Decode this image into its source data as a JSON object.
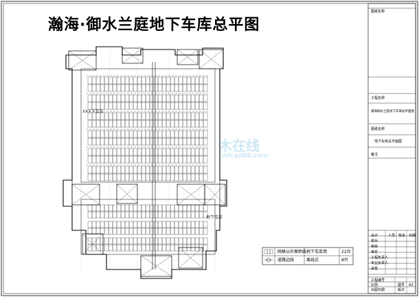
{
  "title": "瀚海·御水兰庭地下车库总平图",
  "plan": {
    "annotation_left": "XXX下车库",
    "annotation_mid": "地下车库"
  },
  "legend": {
    "rows": [
      {
        "symbol": "network-symbol",
        "label": "网格以外面积线",
        "desc": "地下车库用",
        "value": "22台"
      },
      {
        "symbol": "line-symbol",
        "label": "道路边线",
        "desc": "离线式",
        "value": "8只"
      }
    ]
  },
  "title_block": {
    "f1": "图纸名称",
    "f2": "工程名称",
    "project_name": "瀚海御水兰庭地下车库总平面图",
    "f3": "图纸名称",
    "drawing_name": "地下车库总平面图",
    "f4": "备注",
    "sign_rows": [
      "设计",
      "校对",
      "审核",
      "审定",
      "工程负责人",
      "专业负责人",
      "会签"
    ],
    "sign_cols": [
      "人员",
      "签名",
      "日期"
    ],
    "bottom_labels": [
      "工程编号",
      "比例",
      "出图日期"
    ],
    "bottom_right_labels": [
      "图号",
      "版次"
    ],
    "sheet_no": "A3"
  },
  "watermark": {
    "main": "木在线",
    "sub": "mfcad88.com"
  },
  "colors": {
    "line": "#000000",
    "watermark": "#4ea8d8"
  }
}
